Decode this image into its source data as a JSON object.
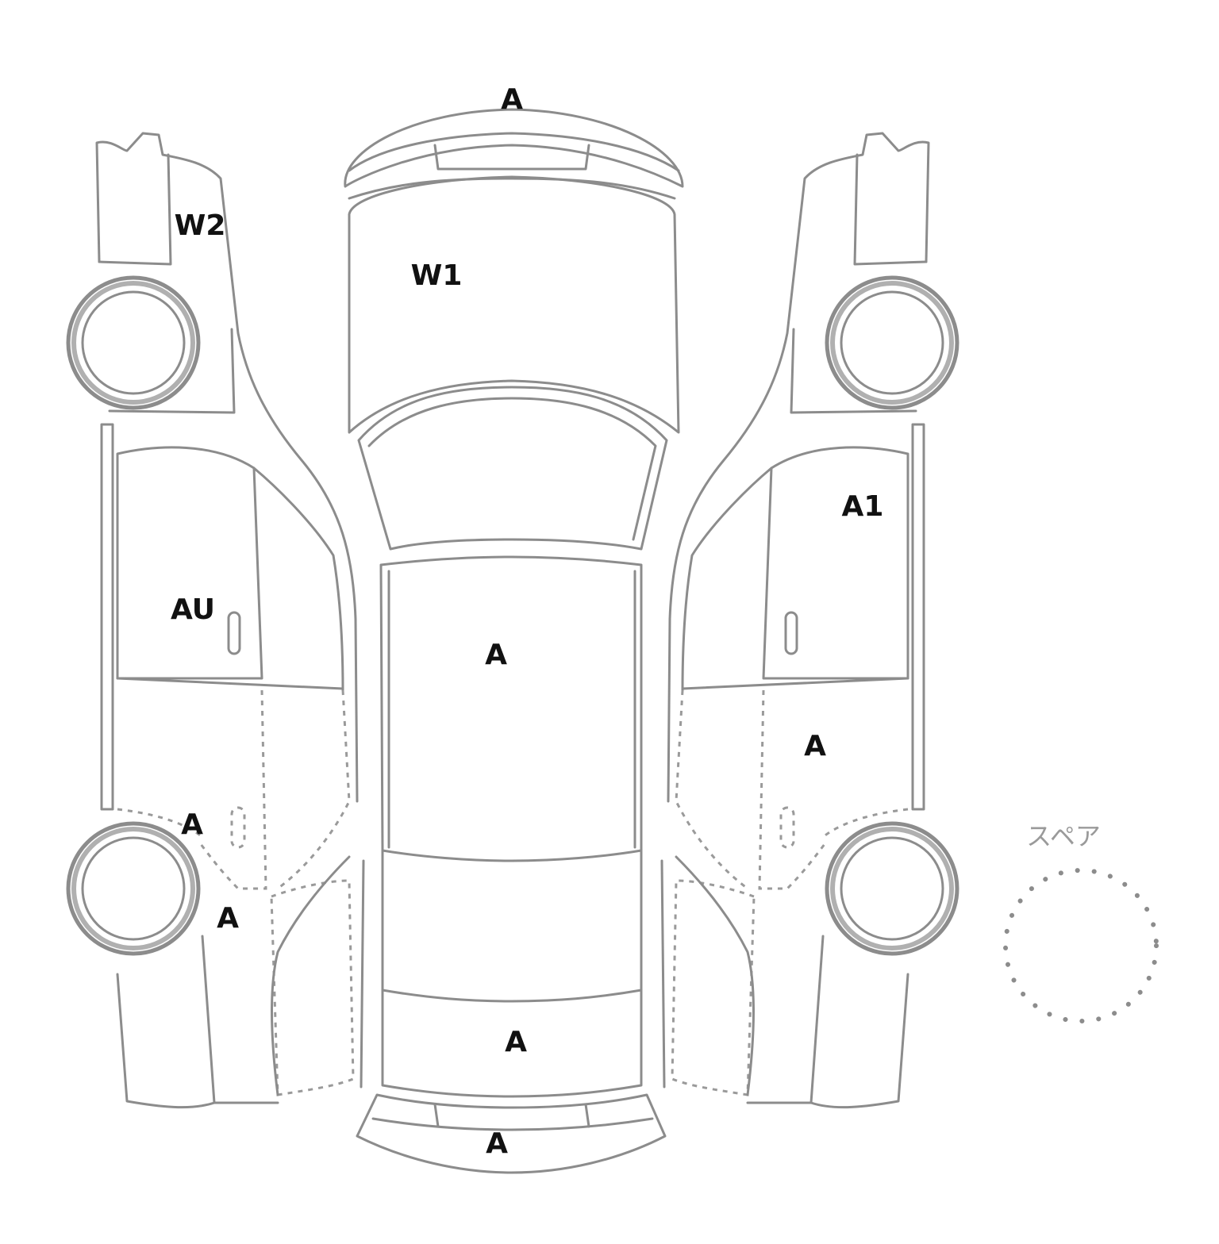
{
  "diagram": {
    "marks": {
      "front_bumper": "A",
      "hood": "W1",
      "roof": "A",
      "trunk": "A",
      "rear_bumper": "A",
      "left_front_fender": "W2",
      "left_front_door": "AU",
      "left_rear_quarter": "A",
      "left_rear_lower": "A",
      "right_front_door": "A1",
      "right_rear_door": "A"
    },
    "spare_label": "スペア"
  }
}
